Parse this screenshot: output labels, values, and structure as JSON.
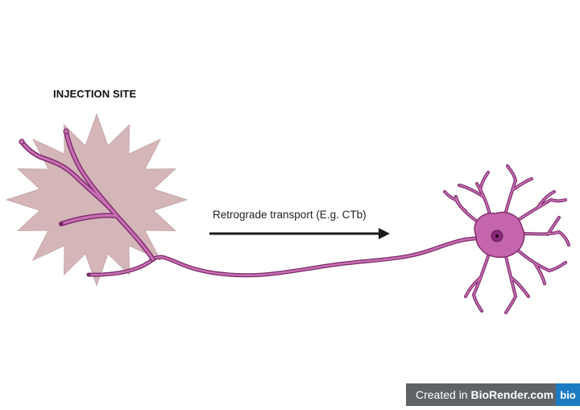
{
  "labels": {
    "injection_site": "INJECTION SITE",
    "transport": "Retrograde transport (E.g. CTb)"
  },
  "badge": {
    "prefix": "Created in ",
    "brand": "BioRender.com",
    "logo": "bio"
  },
  "colors": {
    "injection_fill": "#d4b5b8",
    "injection_stroke": "#bfa0a4",
    "neuron_fill": "#c86fb4",
    "neuron_stroke": "#7a2a68",
    "soma_fill": "#c565ad",
    "nucleus_fill": "#8a2a7a",
    "arrow": "#1a1a1a",
    "badge_bg": "#5f6368",
    "badge_logo_bg": "#1d7bc4"
  }
}
